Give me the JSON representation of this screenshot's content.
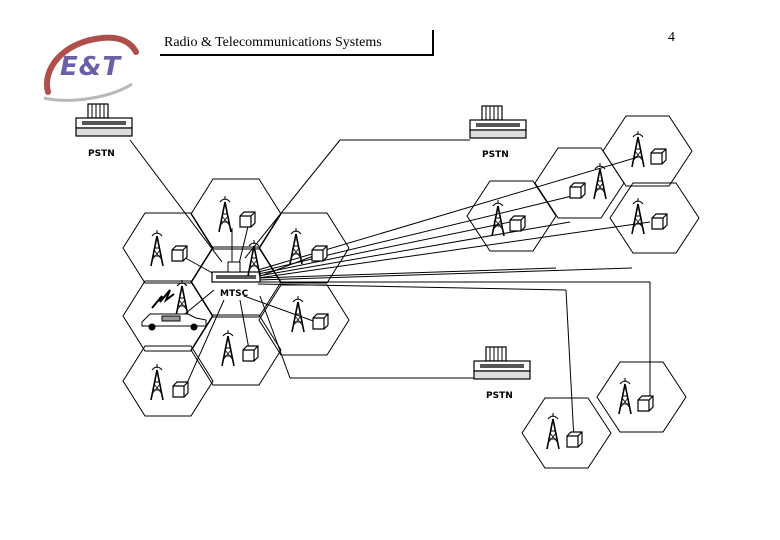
{
  "header": {
    "title": "Radio & Telecommunications Systems",
    "page_number": "4"
  },
  "logo": {
    "text": "E&T",
    "color": "#6b5fa6",
    "swoosh_color": "#a0302a"
  },
  "diagram": {
    "switch_label": "MTSC",
    "pstn_label": "PSTN"
  }
}
